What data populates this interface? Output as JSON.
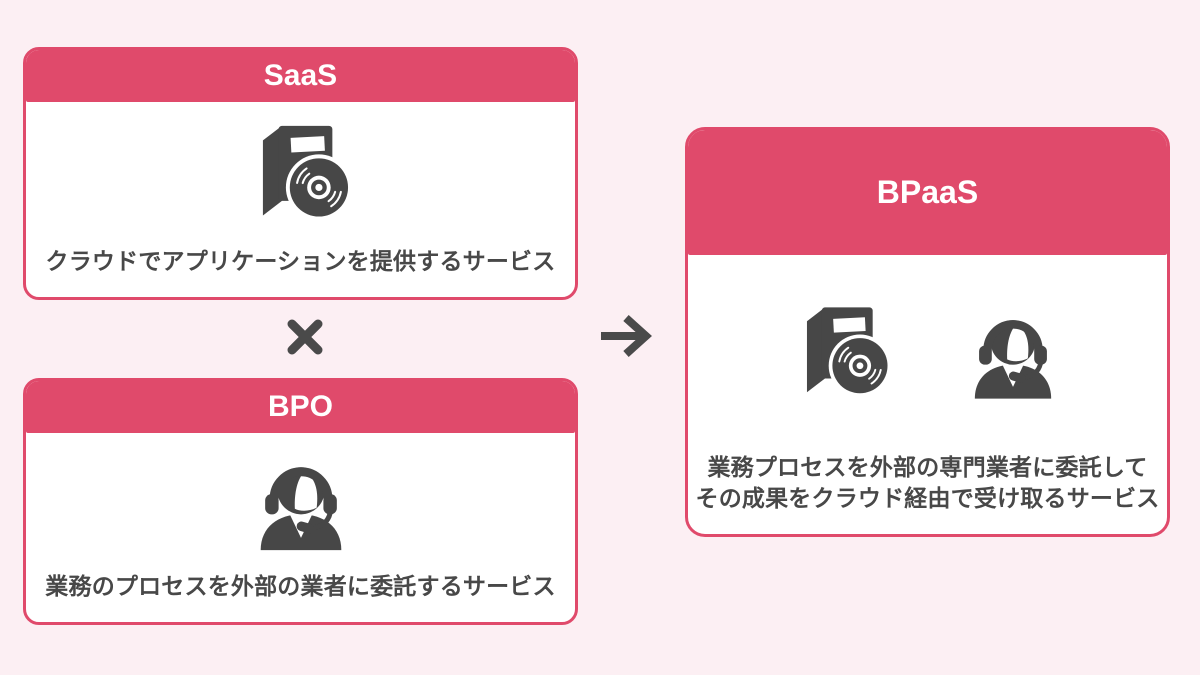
{
  "page": {
    "background_color": "#FCEFF3",
    "accent_color": "#E04A6B",
    "text_color": "#484848",
    "icon_color": "#474747"
  },
  "cards": {
    "saas": {
      "title": "SaaS",
      "description": "クラウドでアプリケーションを提供するサービス",
      "icon": "software-box-icon"
    },
    "bpo": {
      "title": "BPO",
      "description": "業務のプロセスを外部の業者に委託するサービス",
      "icon": "call-center-operator-icon"
    },
    "bpaas": {
      "title": "BPaaS",
      "description_line1": "業務プロセスを外部の専門業者に委託して",
      "description_line2": "その成果をクラウド経由で受け取るサービス",
      "icons": [
        "software-box-icon",
        "call-center-operator-icon"
      ]
    }
  },
  "operators": {
    "multiply_symbol": "✕",
    "arrow_symbol": "→"
  }
}
